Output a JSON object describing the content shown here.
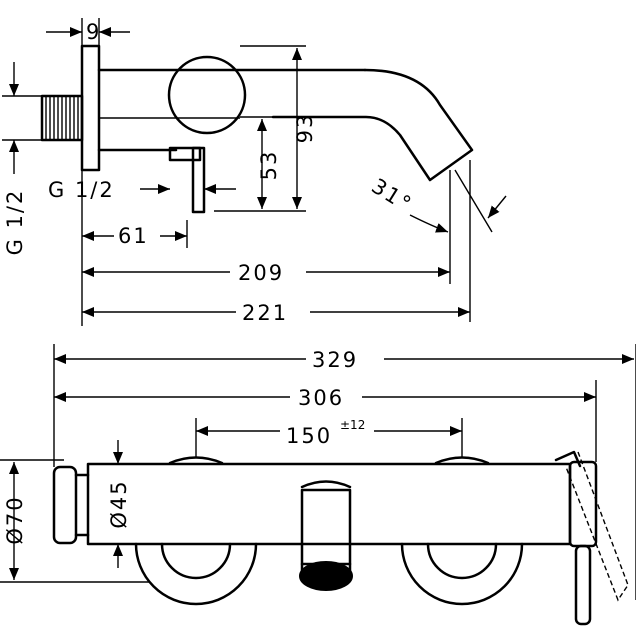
{
  "top_view": {
    "dim_9": "9",
    "dim_93": "93",
    "dim_53": "53",
    "dim_g12_side": "G 1/2",
    "dim_g12_inline": "G 1/2",
    "dim_61": "61",
    "dim_209": "209",
    "dim_221": "221",
    "dim_31deg": "31°"
  },
  "front_view": {
    "dim_329": "329",
    "dim_306": "306",
    "dim_150": "150",
    "dim_150_tol": "±12",
    "dim_d45": "Ø45",
    "dim_d70": "Ø70"
  }
}
